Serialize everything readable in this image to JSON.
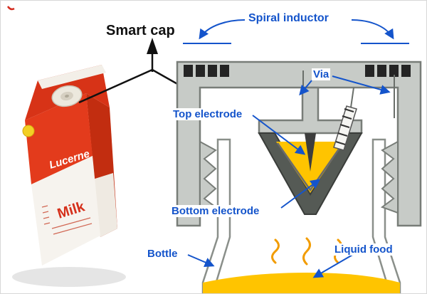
{
  "figure": {
    "smart_cap_label": "Smart cap",
    "callouts": {
      "spiral_inductor": "Spiral inductor",
      "via": "Via",
      "top_electrode": "Top electrode",
      "bottom_electrode": "Bottom electrode",
      "bottle": "Bottle",
      "liquid_food": "Liquid food"
    },
    "photo": {
      "brand": "Lucerne",
      "product": "Milk"
    },
    "colors": {
      "callout_blue": "#1454cb",
      "cap_gray": "#c7cbc7",
      "liquid_yellow": "#ffc400",
      "carton_red": "#e33b1c"
    }
  }
}
